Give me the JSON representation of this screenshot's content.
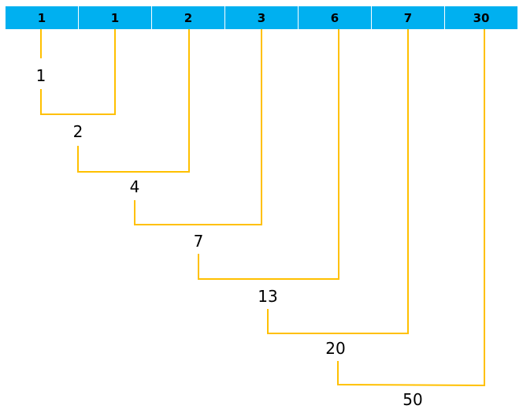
{
  "header": {
    "cells": [
      "1",
      "1",
      "2",
      "3",
      "6",
      "7",
      "30"
    ]
  },
  "sums": [
    "1",
    "2",
    "4",
    "7",
    "13",
    "20",
    "50"
  ],
  "colors": {
    "header_background": "#00b0f0",
    "connector": "#ffc000",
    "cell_divider": "#ffffff"
  }
}
